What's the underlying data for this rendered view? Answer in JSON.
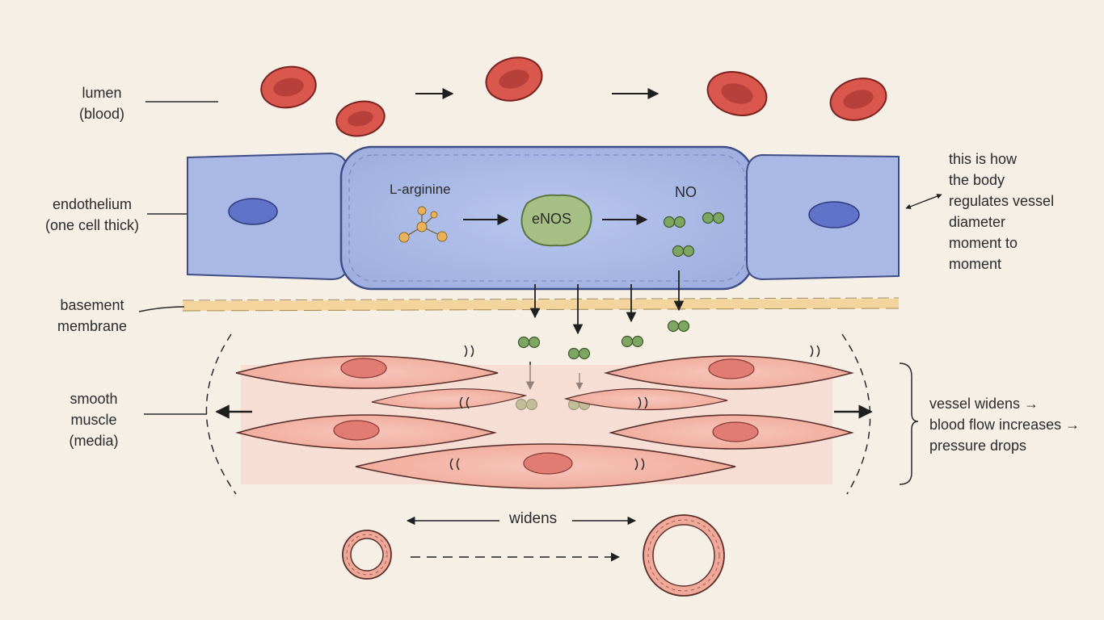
{
  "labels": {
    "lumen": [
      "lumen",
      "(blood)"
    ],
    "endothelium": [
      "endothelium",
      "(one cell thick)"
    ],
    "basement": [
      "basement",
      "membrane"
    ],
    "smooth_muscle": [
      "smooth",
      "muscle",
      "(media)"
    ],
    "note": [
      "this is how",
      "the body",
      "regulates vessel",
      "diameter",
      "moment to",
      "moment"
    ],
    "effects": [
      "vessel widens →",
      "blood flow increases →",
      "pressure drops"
    ],
    "widens": "widens"
  },
  "pathway": {
    "substrate": "L-arginine",
    "enzyme": "eNOS",
    "product": "NO"
  },
  "colors": {
    "background": "#f6efe6",
    "endothelium": "#a9b8e4",
    "endothelium_outline": "#3f4d86",
    "nucleus_blue": "#5f73c9",
    "muscle": "#f3b3a6",
    "muscle_outline": "#5a2f2b",
    "nucleus_red": "#e07c74",
    "rbc": "#d9574d",
    "enzyme": "#a5bf84",
    "no_molecule": "#7ea663",
    "substrate_atom": "#e9b25a",
    "membrane": "#f2cf8e"
  }
}
